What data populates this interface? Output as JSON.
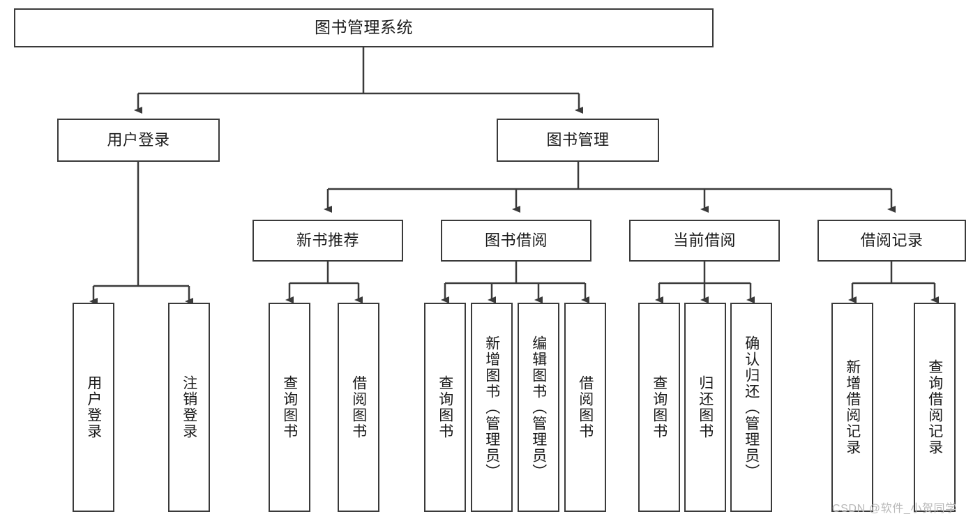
{
  "diagram": {
    "type": "tree",
    "title": "图书管理系统",
    "watermark": "CSDN @软件_小贺同学",
    "colors": {
      "stroke": "#3a3a3a",
      "fill": "#ffffff",
      "text": "#1a1a1a",
      "watermark": "#b9b9b9"
    },
    "nodes": {
      "root": {
        "label": "图书管理系统"
      },
      "level2": [
        {
          "id": "user-login",
          "label": "用户登录"
        },
        {
          "id": "book-manage",
          "label": "图书管理"
        }
      ],
      "level3": [
        {
          "id": "new-book-recommend",
          "label": "新书推荐"
        },
        {
          "id": "book-borrow",
          "label": "图书借阅"
        },
        {
          "id": "current-borrow",
          "label": "当前借阅"
        },
        {
          "id": "borrow-record",
          "label": "借阅记录"
        }
      ],
      "leaves": {
        "user_login": [
          {
            "id": "leaf-user-login",
            "label": "用户登录"
          },
          {
            "id": "leaf-logout-login",
            "label": "注销登录"
          }
        ],
        "new_book_recommend": [
          {
            "id": "leaf-query-book-1",
            "label": "查询图书"
          },
          {
            "id": "leaf-borrow-book-1",
            "label": "借阅图书"
          }
        ],
        "book_borrow": [
          {
            "id": "leaf-query-book-2",
            "label": "查询图书"
          },
          {
            "id": "leaf-add-book",
            "label": "新增图书（管理员）"
          },
          {
            "id": "leaf-edit-book",
            "label": "编辑图书（管理员）"
          },
          {
            "id": "leaf-borrow-book-2",
            "label": "借阅图书"
          }
        ],
        "current_borrow": [
          {
            "id": "leaf-query-book-3",
            "label": "查询图书"
          },
          {
            "id": "leaf-return-book",
            "label": "归还图书"
          },
          {
            "id": "leaf-confirm-return",
            "label": "确认归还（管理员）"
          }
        ],
        "borrow_record": [
          {
            "id": "leaf-add-record",
            "label": "新增借阅记录"
          },
          {
            "id": "leaf-query-record",
            "label": "查询借阅记录"
          }
        ]
      }
    }
  }
}
